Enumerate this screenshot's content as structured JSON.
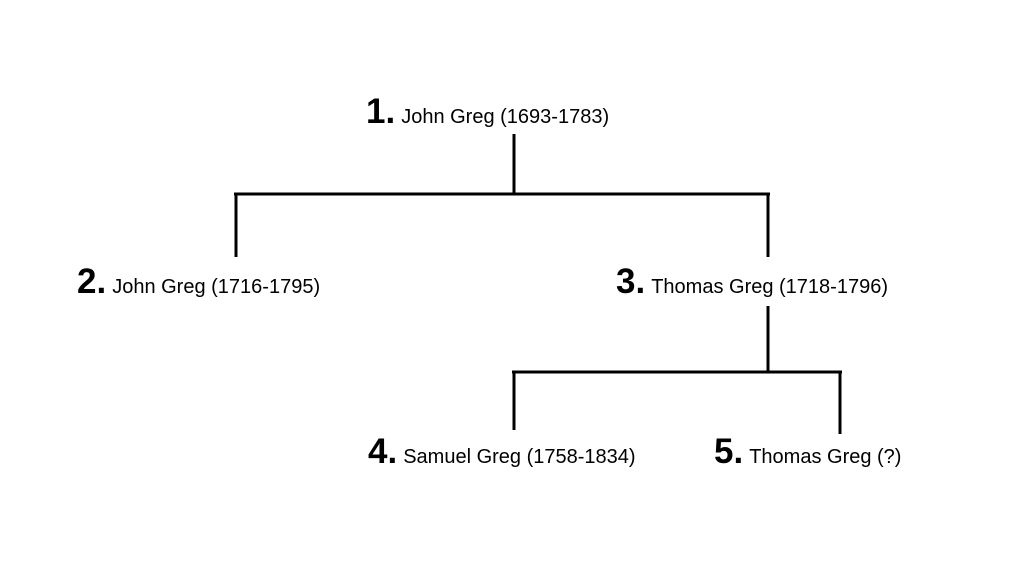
{
  "people": [
    {
      "number": "1.",
      "label": "John Greg (1693-1783)"
    },
    {
      "number": "2.",
      "label": "John Greg (1716-1795)"
    },
    {
      "number": "3.",
      "label": "Thomas Greg (1718-1796)"
    },
    {
      "number": "4.",
      "label": "Samuel Greg (1758-1834)"
    },
    {
      "number": "5.",
      "label": "Thomas Greg (?)"
    }
  ],
  "relations": [
    {
      "parent": "1.",
      "children": [
        "2.",
        "3."
      ]
    },
    {
      "parent": "3.",
      "children": [
        "4.",
        "5."
      ]
    }
  ],
  "colors": {
    "line": "#000000",
    "text": "#000000",
    "background": "#ffffff"
  }
}
